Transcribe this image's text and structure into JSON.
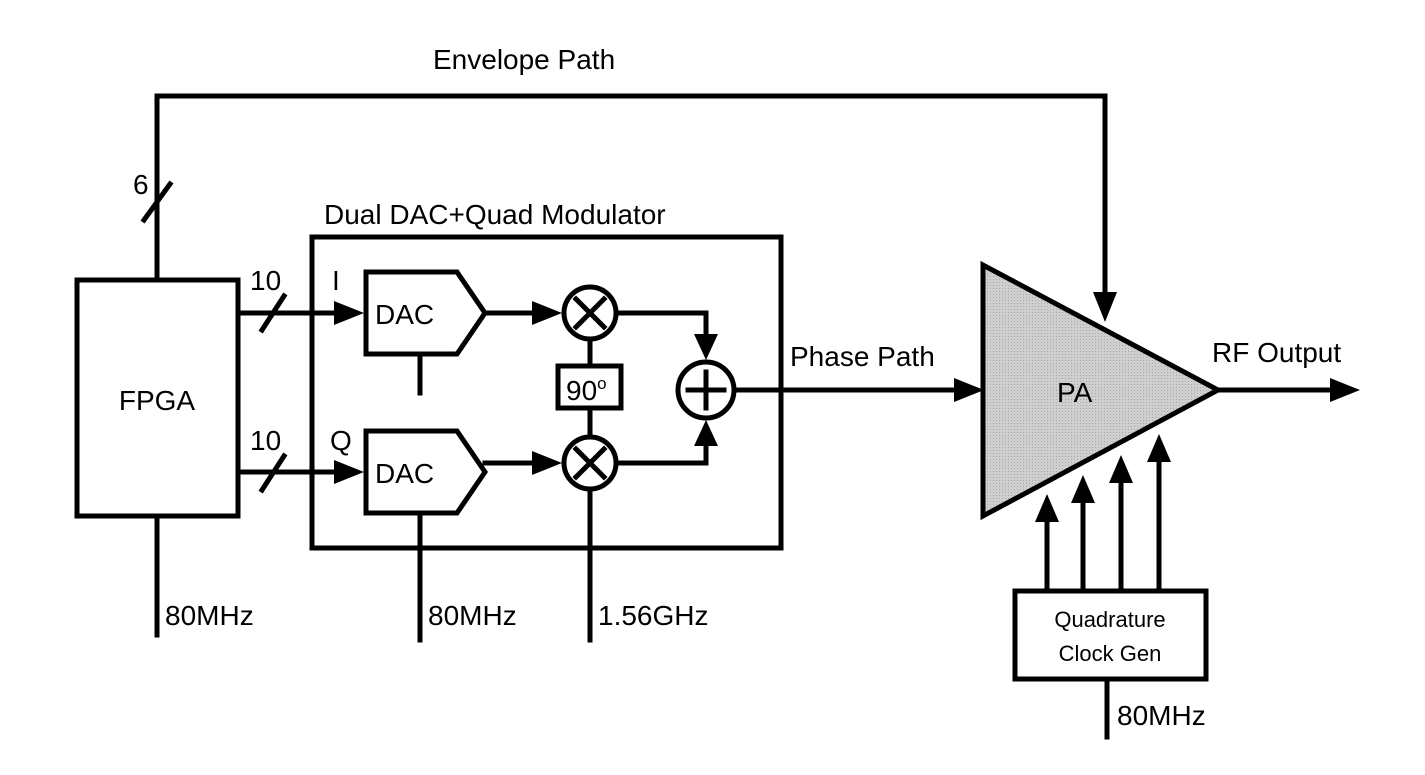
{
  "labels": {
    "envelope_path": "Envelope Path",
    "envelope_bits": "6",
    "modulator_title": "Dual DAC+Quad Modulator",
    "i_bits": "10",
    "q_bits": "10",
    "i_channel": "I",
    "q_channel": "Q",
    "fpga": "FPGA",
    "dac_i": "DAC",
    "dac_q": "DAC",
    "phase_shift_value": "90",
    "phase_shift_unit": "o",
    "phase_path": "Phase Path",
    "pa": "PA",
    "rf_output": "RF Output",
    "clock_gen_line1": "Quadrature",
    "clock_gen_line2": "Clock Gen",
    "fpga_clock": "80MHz",
    "dac_clock": "80MHz",
    "lo_clock": "1.56GHz",
    "clock_gen_clock": "80MHz"
  },
  "colors": {
    "line": "#000000",
    "pa_fill": "#c8c8c8",
    "background": "#ffffff"
  }
}
